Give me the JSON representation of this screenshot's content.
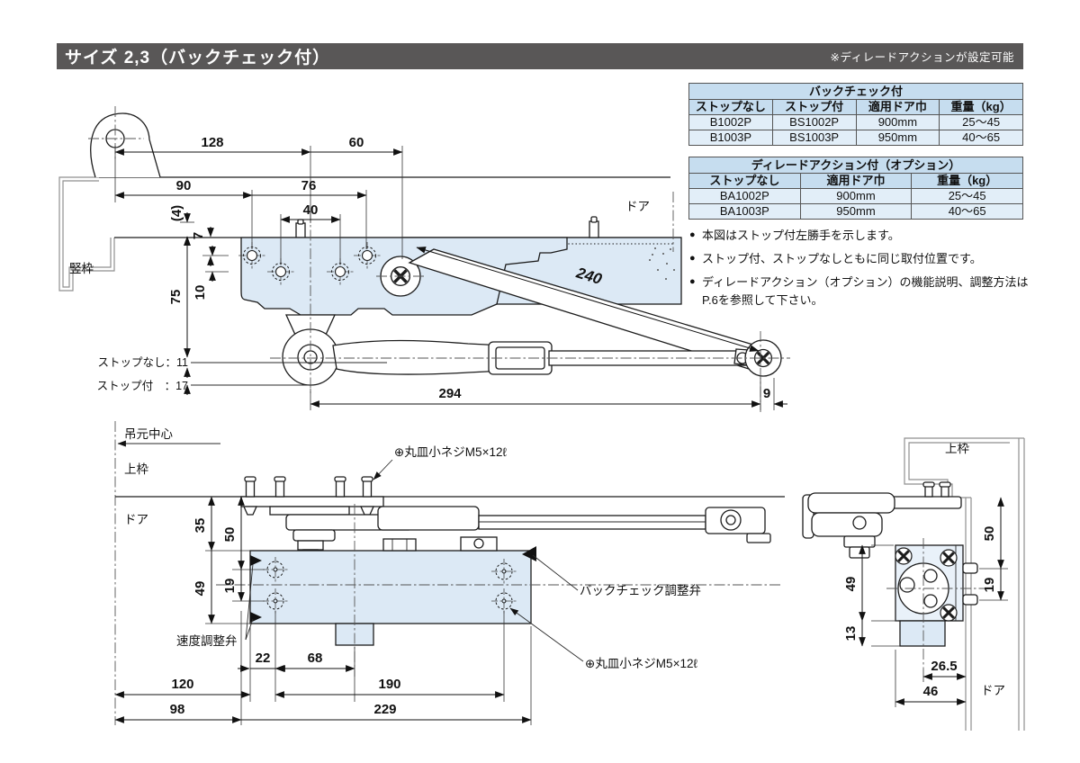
{
  "header": {
    "title": "サイズ 2,3（バックチェック付）",
    "note": "※ディレードアクションが設定可能"
  },
  "spec_table_backcheck": {
    "title": "バックチェック付",
    "columns": [
      "ストップなし",
      "ストップ付",
      "適用ドア巾",
      "重量（kg）"
    ],
    "rows": [
      [
        "B1002P",
        "BS1002P",
        "900mm",
        "25～45"
      ],
      [
        "B1003P",
        "BS1003P",
        "950mm",
        "40～65"
      ]
    ]
  },
  "spec_table_delayed": {
    "title": "ディレードアクション付（オプション）",
    "columns": [
      "ストップなし",
      "適用ドア巾",
      "重量（kg）"
    ],
    "rows": [
      [
        "BA1002P",
        "900mm",
        "25～45"
      ],
      [
        "BA1003P",
        "950mm",
        "40～65"
      ]
    ]
  },
  "notes": [
    "本図はストップ付左勝手を示します。",
    "ストップ付、ストップなしともに同じ取付位置です。",
    "ディレードアクション（オプション）の機能説明、調整方法はP.6を参照して下さい。"
  ],
  "plan_view": {
    "labels": {
      "frame": "竪枠",
      "door": "ドア",
      "stop_none": "ストップなし：11",
      "stop_with": "ストップ付　：17"
    },
    "dims": {
      "w128": "128",
      "w60": "60",
      "w90": "90",
      "w76": "76",
      "w40": "40",
      "g4": "(4)",
      "g7": "7",
      "g10": "10",
      "h75": "75",
      "w294": "294",
      "w9": "9",
      "arm240": "240"
    }
  },
  "front_view": {
    "labels": {
      "hinge_center": "吊元中心",
      "top_frame": "上枠",
      "door": "ドア",
      "screw_top": "⊕丸皿小ネジM5×12ℓ",
      "backcheck_valve": "バックチェック調整弁",
      "speed_valve": "速度調整弁",
      "screw_bottom": "⊕丸皿小ネジM5×12ℓ"
    },
    "dims": {
      "h35": "35",
      "h50": "50",
      "h49": "49",
      "h19": "19",
      "w22": "22",
      "w68": "68",
      "w120": "120",
      "w190": "190",
      "w98": "98",
      "w229": "229"
    }
  },
  "side_view": {
    "labels": {
      "top_frame": "上枠",
      "door": "ドア"
    },
    "dims": {
      "h50": "50",
      "h19": "19",
      "h49": "49",
      "h13": "13",
      "w26_5": "26.5",
      "w46": "46"
    }
  },
  "colors": {
    "title_bar": "#595757",
    "table_header_bg": "#c6ddef",
    "table_row_bg": "#e2eef8",
    "drawing_fill": "#dce9f5",
    "line": "#1c1c1c"
  }
}
